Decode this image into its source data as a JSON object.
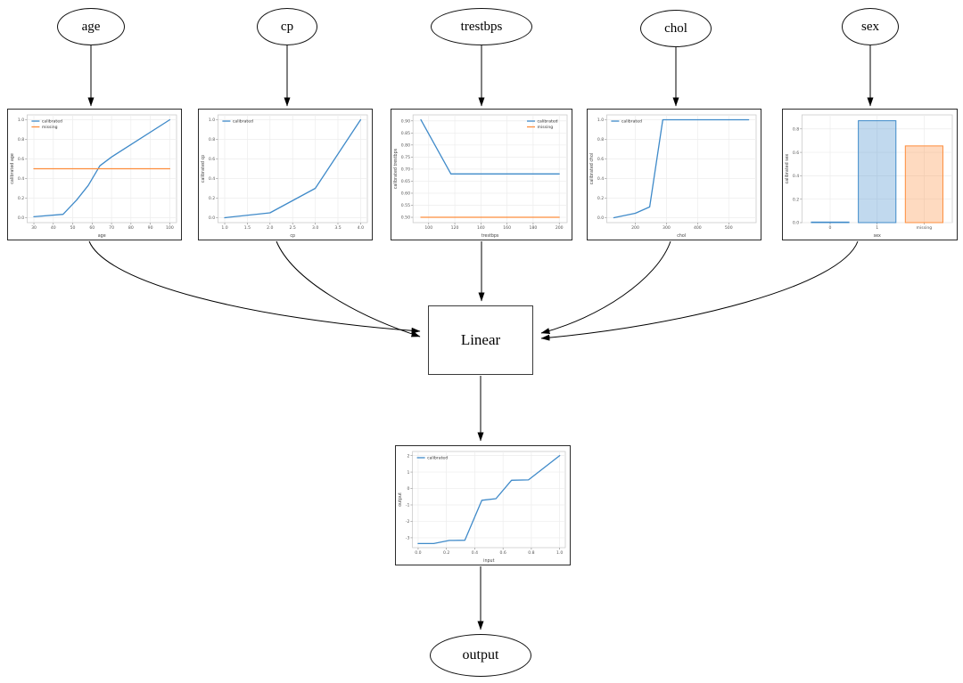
{
  "nodes": {
    "age": {
      "label": "age"
    },
    "cp": {
      "label": "cp"
    },
    "trestbps": {
      "label": "trestbps"
    },
    "chol": {
      "label": "chol"
    },
    "sex": {
      "label": "sex"
    },
    "linear": {
      "label": "Linear"
    },
    "output": {
      "label": "output"
    }
  },
  "edges": [
    {
      "from": "age",
      "to": "age-calibrator"
    },
    {
      "from": "cp",
      "to": "cp-calibrator"
    },
    {
      "from": "trestbps",
      "to": "trestbps-calibrator"
    },
    {
      "from": "chol",
      "to": "chol-calibrator"
    },
    {
      "from": "sex",
      "to": "sex-calibrator"
    },
    {
      "from": "age-calibrator",
      "to": "linear"
    },
    {
      "from": "cp-calibrator",
      "to": "linear"
    },
    {
      "from": "trestbps-calibrator",
      "to": "linear"
    },
    {
      "from": "chol-calibrator",
      "to": "linear"
    },
    {
      "from": "sex-calibrator",
      "to": "linear"
    },
    {
      "from": "linear",
      "to": "output-calibrator"
    },
    {
      "from": "output-calibrator",
      "to": "output"
    }
  ],
  "colors": {
    "calibrated_line": "#3f8ac9",
    "missing_line": "#fd8d3c",
    "edge": "#000000",
    "grid": "#ececec"
  },
  "chart_data": [
    {
      "id": "age",
      "type": "line",
      "xlabel": "age",
      "ylabel": "calibrated age",
      "xlim": [
        26.5,
        103.5
      ],
      "ylim": [
        -0.05,
        1.05
      ],
      "xticks": [
        30,
        40,
        50,
        60,
        70,
        80,
        90,
        100
      ],
      "xtick_labels": [
        "30",
        "40",
        "50",
        "60",
        "70",
        "80",
        "90",
        "100"
      ],
      "yticks": [
        0,
        0.2,
        0.4,
        0.6,
        0.8,
        1
      ],
      "ytick_labels": [
        "0.0",
        "0.2",
        "0.4",
        "0.6",
        "0.8",
        "1.0"
      ],
      "legend": {
        "position": "nw"
      },
      "series": [
        {
          "name": "calibrated",
          "color": "#3f8ac9",
          "points": [
            [
              30,
              0.01
            ],
            [
              45,
              0.035
            ],
            [
              52,
              0.18
            ],
            [
              58,
              0.33
            ],
            [
              64,
              0.53
            ],
            [
              70,
              0.62
            ],
            [
              100,
              1.0
            ]
          ]
        },
        {
          "name": "missing",
          "color": "#fd8d3c",
          "points": [
            [
              30,
              0.5
            ],
            [
              100,
              0.5
            ]
          ]
        }
      ]
    },
    {
      "id": "cp",
      "type": "line",
      "xlabel": "cp",
      "ylabel": "calibrated cp",
      "xlim": [
        0.85,
        4.15
      ],
      "ylim": [
        -0.05,
        1.05
      ],
      "xticks": [
        1.0,
        1.5,
        2.0,
        2.5,
        3.0,
        3.5,
        4.0
      ],
      "xtick_labels": [
        "1.0",
        "1.5",
        "2.0",
        "2.5",
        "3.0",
        "3.5",
        "4.0"
      ],
      "yticks": [
        0,
        0.2,
        0.4,
        0.6,
        0.8,
        1
      ],
      "ytick_labels": [
        "0.0",
        "0.2",
        "0.4",
        "0.6",
        "0.8",
        "1.0"
      ],
      "legend": {
        "position": "nw"
      },
      "series": [
        {
          "name": "calibrated",
          "color": "#3f8ac9",
          "points": [
            [
              1.0,
              0.0
            ],
            [
              2.0,
              0.05
            ],
            [
              3.0,
              0.3
            ],
            [
              4.0,
              1.0
            ]
          ]
        }
      ]
    },
    {
      "id": "trestbps",
      "type": "line",
      "xlabel": "trestbps",
      "ylabel": "calibrated trestbps",
      "xlim": [
        88,
        206
      ],
      "ylim": [
        0.478,
        0.925
      ],
      "xticks": [
        100,
        120,
        140,
        160,
        180,
        200
      ],
      "xtick_labels": [
        "100",
        "120",
        "140",
        "160",
        "180",
        "200"
      ],
      "yticks": [
        0.5,
        0.55,
        0.6,
        0.65,
        0.7,
        0.75,
        0.8,
        0.85,
        0.9
      ],
      "ytick_labels": [
        "0.50",
        "0.55",
        "0.60",
        "0.65",
        "0.70",
        "0.75",
        "0.80",
        "0.85",
        "0.90"
      ],
      "legend": {
        "position": "ne"
      },
      "series": [
        {
          "name": "calibrated",
          "color": "#3f8ac9",
          "points": [
            [
              94,
              0.905
            ],
            [
              117,
              0.68
            ],
            [
              200,
              0.68
            ]
          ]
        },
        {
          "name": "missing",
          "color": "#fd8d3c",
          "points": [
            [
              94,
              0.5
            ],
            [
              200,
              0.5
            ]
          ]
        }
      ]
    },
    {
      "id": "chol",
      "type": "line",
      "xlabel": "chol",
      "ylabel": "calibrated chol",
      "xlim": [
        108,
        588
      ],
      "ylim": [
        -0.05,
        1.05
      ],
      "xticks": [
        200,
        300,
        400,
        500
      ],
      "xtick_labels": [
        "200",
        "300",
        "400",
        "500"
      ],
      "yticks": [
        0,
        0.2,
        0.4,
        0.6,
        0.8,
        1
      ],
      "ytick_labels": [
        "0.0",
        "0.2",
        "0.4",
        "0.6",
        "0.8",
        "1.0"
      ],
      "legend": {
        "position": "nw"
      },
      "series": [
        {
          "name": "calibrated",
          "color": "#3f8ac9",
          "points": [
            [
              131,
              0.0
            ],
            [
              200,
              0.045
            ],
            [
              246,
              0.11
            ],
            [
              288,
              1.0
            ],
            [
              564,
              1.0
            ]
          ]
        }
      ]
    },
    {
      "id": "sex",
      "type": "bar",
      "xlabel": "sex",
      "ylabel": "calibrated sex",
      "categories": [
        "0",
        "1",
        "missing"
      ],
      "values": [
        0.005,
        0.87,
        0.655
      ],
      "bar_fills": [
        "rgba(63,138,201,0.32)",
        "rgba(63,138,201,0.32)",
        "rgba(253,141,60,0.32)"
      ],
      "bar_strokes": [
        "#3f8ac9",
        "#3f8ac9",
        "#fd8d3c"
      ],
      "ylim": [
        0,
        0.92
      ],
      "yticks": [
        0,
        0.2,
        0.4,
        0.6,
        0.8
      ],
      "ytick_labels": [
        "0.0",
        "0.2",
        "0.4",
        "0.6",
        "0.8"
      ]
    },
    {
      "id": "output",
      "type": "line",
      "xlabel": "input",
      "ylabel": "output",
      "xlim": [
        -0.04,
        1.04
      ],
      "ylim": [
        -3.6,
        2.25
      ],
      "xticks": [
        0.0,
        0.2,
        0.4,
        0.6,
        0.8,
        1.0
      ],
      "xtick_labels": [
        "0.0",
        "0.2",
        "0.4",
        "0.6",
        "0.8",
        "1.0"
      ],
      "yticks": [
        -3,
        -2,
        -1,
        0,
        1,
        2
      ],
      "ytick_labels": [
        "-3",
        "-2",
        "-1",
        "0",
        "1",
        "2"
      ],
      "legend": {
        "position": "nw"
      },
      "series": [
        {
          "name": "calibrated",
          "color": "#3f8ac9",
          "points": [
            [
              0.0,
              -3.35
            ],
            [
              0.11,
              -3.35
            ],
            [
              0.22,
              -3.16
            ],
            [
              0.33,
              -3.15
            ],
            [
              0.45,
              -0.72
            ],
            [
              0.55,
              -0.62
            ],
            [
              0.66,
              0.5
            ],
            [
              0.78,
              0.52
            ],
            [
              1.0,
              2.0
            ]
          ]
        }
      ]
    }
  ]
}
